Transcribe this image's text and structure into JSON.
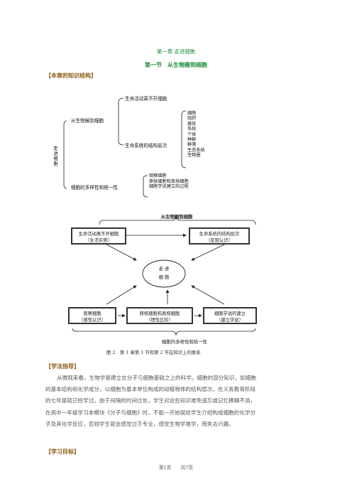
{
  "chapter_title": "第一章  走进细胞",
  "section_title": "第一节　从生物圈到细胞",
  "knowledge_heading": "【本章的知识结构】",
  "tree": {
    "root": "走进细胞",
    "branch1": "从生物圈到细胞",
    "branch1_a": "生命活动离不开细胞",
    "branch1_b": "生命系统的结构层次",
    "levels": [
      "细胞",
      "组织",
      "器官",
      "系统",
      "个体",
      "种群",
      "群落",
      "生态系统",
      "生物圈"
    ],
    "branch2": "细胞的多样性和统一性",
    "branch2_items": [
      "观察细胞",
      "原核细胞和真核细胞",
      "细胞学说建立的过程"
    ]
  },
  "figure": {
    "top_label": "从生物圈到细胞",
    "box_tl_1": "生命活动离不开细胞",
    "box_tl_2": "（生活实例）",
    "box_tr_1": "生命系统的结构层次",
    "box_tr_2": "（宏观认识）",
    "center_1": "走  进",
    "center_2": "细  胞",
    "box_bl_1": "观察细胞",
    "box_bl_2": "（感性认识）",
    "box_bm_1": "原核细胞和真核细胞",
    "box_bm_2": "（理性比较）",
    "box_br_1": "细胞学说的建立",
    "box_br_2": "（建立学说）",
    "bottom_label": "细胞的多样性和统一性",
    "caption": "图 2　第 1 章第 1 节和第 2 节在知识上的联系"
  },
  "guide_heading": "【学法指导】",
  "guide_lines": [
    "从微观来看，生物学是建立在分子与细胞基础之上的科学。细胞的部分知识，如细胞",
    "的基本结构和化学成分，以细胞为基本单位构成的动植物体的结构层次，在义务教育阶段",
    "的七年级就已经学过。由于间隔的时间过长，学生对这些知识难免遗忘或记忆模糊不清，",
    "在高中一年级学习本模块《分子与细胞》时，不能一开始就给学生介绍构成细胞的化学分",
    "子及其化学反应，否则学生就会感觉过于专业，感觉生物学难学，而失去兴趣。"
  ],
  "goals_heading": "【学习目标】",
  "footer": "第1页　　共7页"
}
